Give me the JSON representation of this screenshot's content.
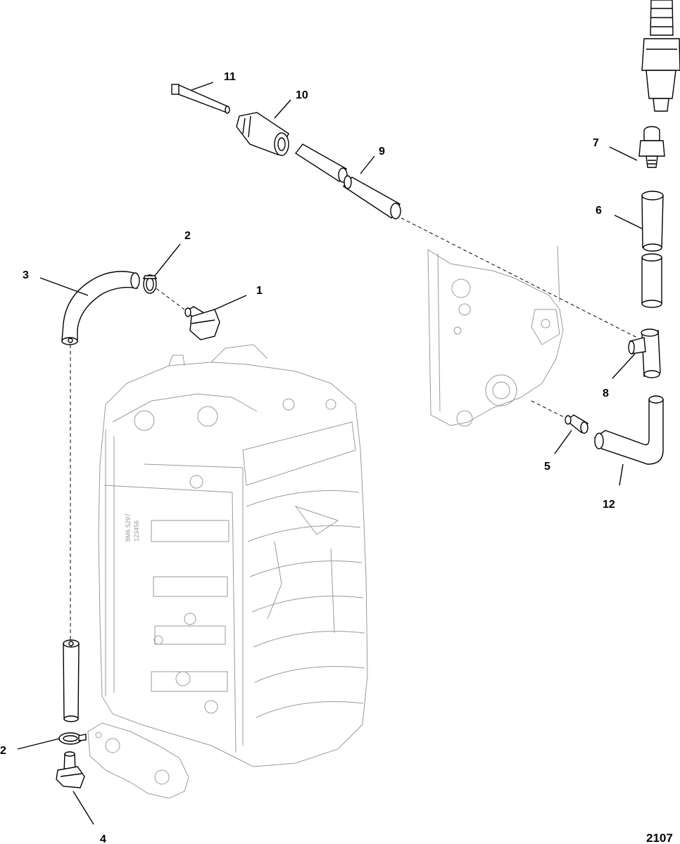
{
  "figure": {
    "number": "2107"
  },
  "callouts": [
    {
      "id": "c1",
      "text": "1"
    },
    {
      "id": "c2a",
      "text": "2"
    },
    {
      "id": "c2b",
      "text": "2"
    },
    {
      "id": "c3",
      "text": "3"
    },
    {
      "id": "c4",
      "text": "4"
    },
    {
      "id": "c5",
      "text": "5"
    },
    {
      "id": "c6",
      "text": "6"
    },
    {
      "id": "c7",
      "text": "7"
    },
    {
      "id": "c8",
      "text": "8"
    },
    {
      "id": "c9",
      "text": "9"
    },
    {
      "id": "c10",
      "text": "10"
    },
    {
      "id": "c11",
      "text": "11"
    },
    {
      "id": "c12",
      "text": "12"
    }
  ],
  "block_markings": {
    "line1": "8M6 5297",
    "line2": "123456"
  }
}
